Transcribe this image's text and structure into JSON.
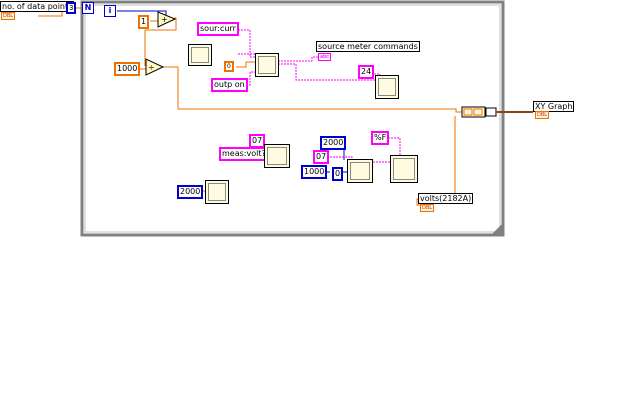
{
  "control": {
    "label": "no. of data points",
    "type_tag": "DBL"
  },
  "loop": {
    "count_terminal": "N",
    "iteration_terminal": "i"
  },
  "constants": {
    "c1": "1",
    "c1000_left": "1000",
    "c_num_3": "3",
    "sour_curr": "sour:curr",
    "small_orange": "0",
    "outp_on": "outp on",
    "gpib_addr": "24",
    "meas_volt": "meas:volt?",
    "addr_07_a": "07",
    "addr_07_b": "07",
    "wait_2000_blue": "2000",
    "wait_2000_box": "2000",
    "timeout_1000": "1000",
    "zero": "0",
    "format": "%F"
  },
  "indicators": {
    "source_meter_commands": "source meter commands",
    "source_meter_tag": "abc",
    "xy_graph": "XY Graph",
    "xy_graph_tag": "DBL",
    "volts": "volts(2182A)",
    "volts_tag": "DBL"
  },
  "colors": {
    "orange_wire": "#f07000",
    "pink_wire": "#ff00ff",
    "blue_wire": "#0000cc",
    "brown_wire": "#8b4513"
  }
}
